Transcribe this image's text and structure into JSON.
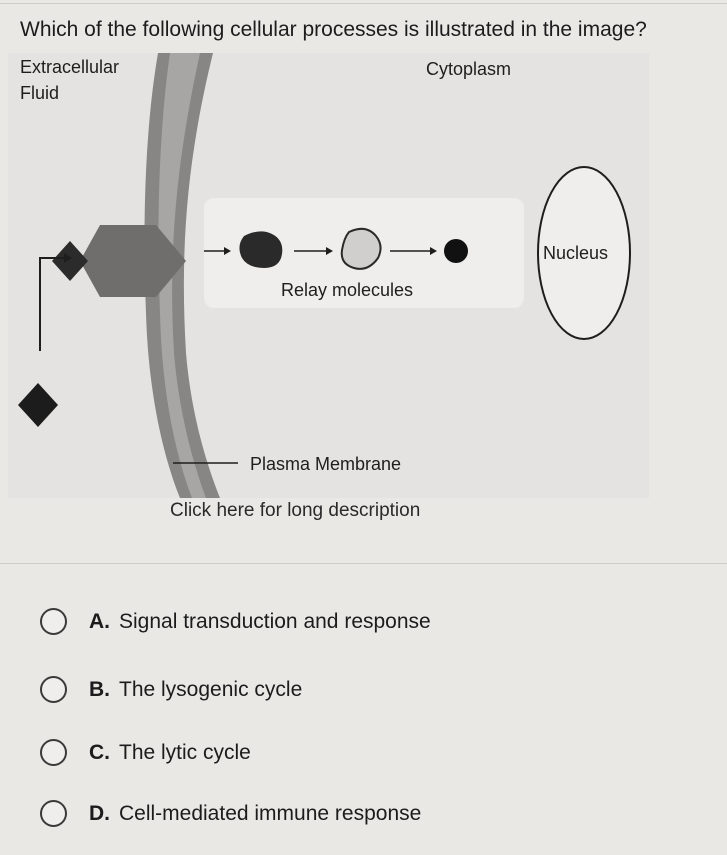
{
  "question": "Which of the following cellular processes is illustrated in the image?",
  "figure": {
    "labels": {
      "extracellular_line1": "Extracellular",
      "extracellular_line2": "Fluid",
      "cytoplasm": "Cytoplasm",
      "nucleus": "Nucleus",
      "relay": "Relay molecules",
      "membrane": "Plasma Membrane"
    },
    "colors": {
      "membrane_outer": "#878684",
      "membrane_inner": "#a7a6a4",
      "receptor": "#6f6e6c",
      "signal": "#1c1c1c",
      "relay_light": "#d0cfcd"
    }
  },
  "long_description_link": "Click here for long description",
  "options": [
    {
      "letter": "A.",
      "text": "Signal transduction and response"
    },
    {
      "letter": "B.",
      "text": "The lysogenic cycle"
    },
    {
      "letter": "C.",
      "text": "The lytic cycle"
    },
    {
      "letter": "D.",
      "text": "Cell-mediated immune response"
    }
  ]
}
